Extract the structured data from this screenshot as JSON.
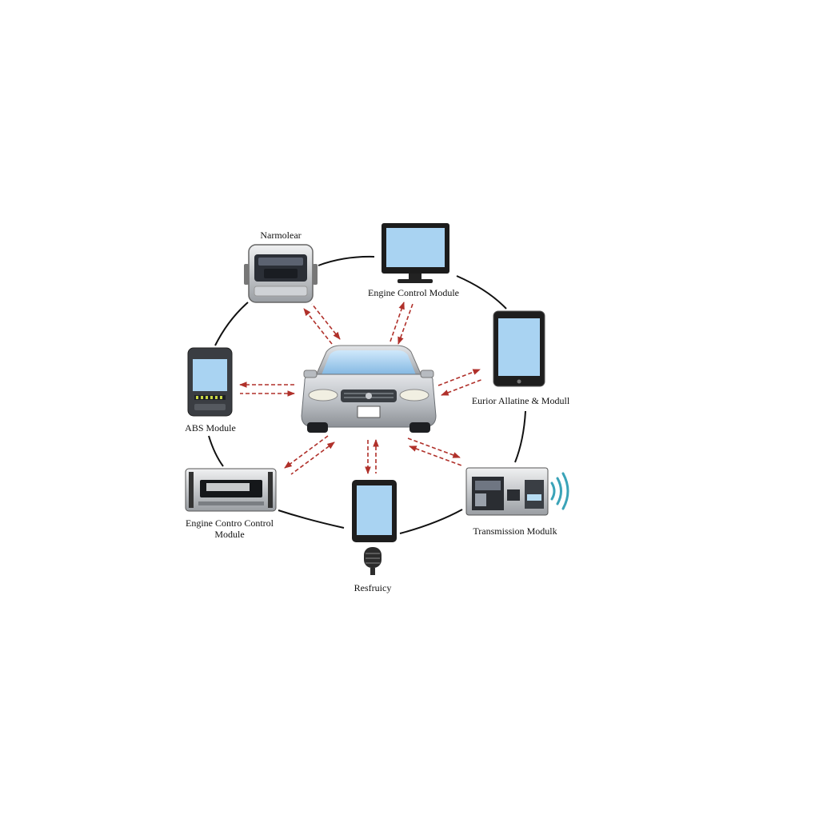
{
  "diagram": {
    "nodes": [
      {
        "id": "top-left-scanner",
        "label": "Narmolear",
        "icon": "scan-tool-device-icon"
      },
      {
        "id": "top-monitor",
        "label": "Engine Control Module",
        "icon": "monitor-icon"
      },
      {
        "id": "right-tablet",
        "label": "Eurior Allatine & Modull",
        "icon": "tablet-icon"
      },
      {
        "id": "left-handheld",
        "label": "ABS Module",
        "icon": "handheld-scanner-icon"
      },
      {
        "id": "lower-left-unit",
        "label": "Engine Contro Control Module",
        "icon": "control-unit-icon"
      },
      {
        "id": "bottom-tablet",
        "label": "Resfruicy",
        "icon": "tablet-microphone-icon"
      },
      {
        "id": "lower-right-unit",
        "label": "Transmission Modulk",
        "icon": "wireless-module-icon"
      }
    ],
    "center": {
      "id": "car",
      "icon": "car-front-icon"
    },
    "colors": {
      "ring": "#111111",
      "arrow": "#b0302a",
      "screen": "#a9d3f2",
      "wifi": "#3aa3b8"
    }
  }
}
